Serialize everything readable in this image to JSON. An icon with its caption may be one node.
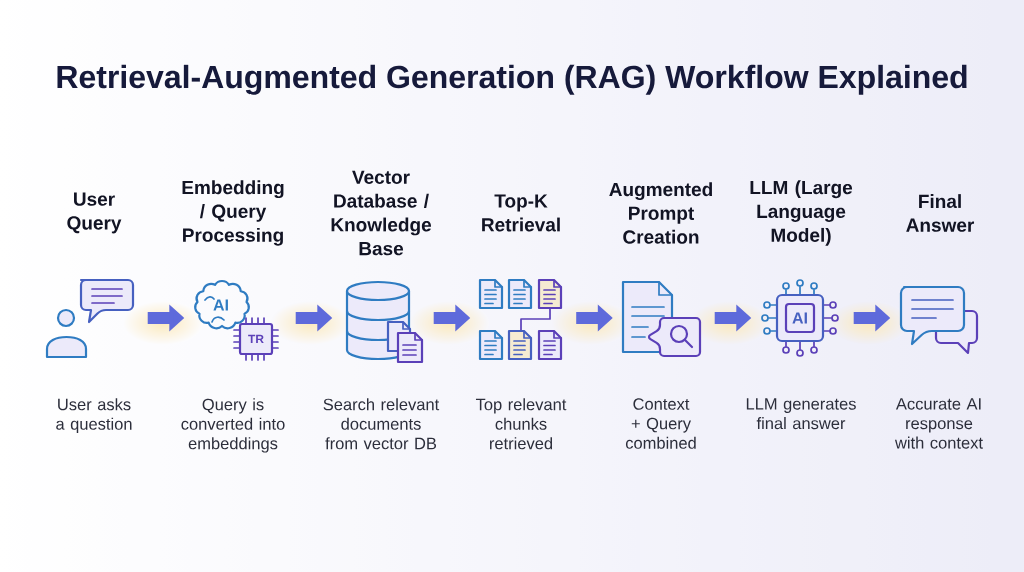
{
  "diagram": {
    "title": "Retrieval-Augmented Generation (RAG) Workflow Explained",
    "nodes": [
      {
        "text": [],
        "shape": "picture",
        "beside": [
          "User Query",
          "User asks a question"
        ]
      },
      {
        "text": [
          "AI",
          "TR"
        ],
        "beside": [
          "Embedding / Query Processing",
          "Query is converted into embeddings"
        ]
      },
      {
        "text": [],
        "shape": "picture",
        "beside": [
          "Vector Database / Knowledge Base",
          "Search relevant documents from vector DB"
        ]
      },
      {
        "text": [],
        "shape": "picture",
        "beside": [
          "Top-K Retrieval",
          "Top relevant chunks retrieved"
        ]
      },
      {
        "text": [],
        "shape": "picture",
        "beside": [
          "Augmented Prompt Creation",
          "Context + Query combined"
        ]
      },
      {
        "text": [
          "AI"
        ],
        "beside": [
          "LLM (Large Language Model)",
          "LLM generates final answer"
        ]
      },
      {
        "text": [],
        "shape": "picture",
        "beside": [
          "Final Answer",
          "Accurate AI response with context"
        ]
      }
    ],
    "edges": [
      {
        "from": 0,
        "to": 1,
        "arrow": "to"
      },
      {
        "from": 1,
        "to": 2,
        "arrow": "to"
      },
      {
        "from": 2,
        "to": 3,
        "arrow": "to"
      },
      {
        "from": 3,
        "to": 4,
        "arrow": "to"
      },
      {
        "from": 4,
        "to": 5,
        "arrow": "to"
      },
      {
        "from": 5,
        "to": 6,
        "arrow": "to"
      }
    ]
  }
}
